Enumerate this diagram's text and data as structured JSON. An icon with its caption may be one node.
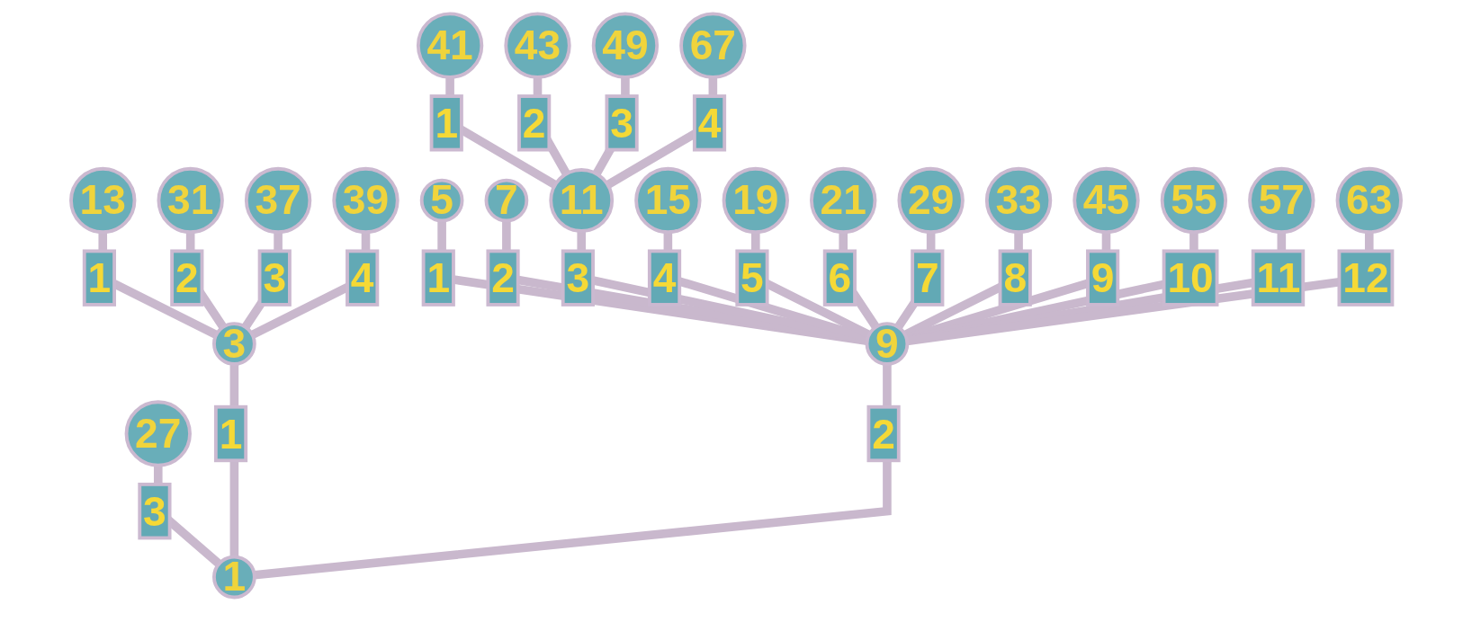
{
  "diagram": {
    "nodes": [
      {
        "text": [
          "41"
        ]
      },
      {
        "text": [
          "43"
        ]
      },
      {
        "text": [
          "49"
        ]
      },
      {
        "text": [
          "67"
        ]
      },
      {
        "text": [
          "13"
        ]
      },
      {
        "text": [
          "31"
        ]
      },
      {
        "text": [
          "37"
        ]
      },
      {
        "text": [
          "39"
        ]
      },
      {
        "text": [
          "5"
        ]
      },
      {
        "text": [
          "7"
        ]
      },
      {
        "text": [
          "11"
        ]
      },
      {
        "text": [
          "15"
        ]
      },
      {
        "text": [
          "19"
        ]
      },
      {
        "text": [
          "21"
        ]
      },
      {
        "text": [
          "29"
        ]
      },
      {
        "text": [
          "33"
        ]
      },
      {
        "text": [
          "45"
        ]
      },
      {
        "text": [
          "55"
        ]
      },
      {
        "text": [
          "57"
        ]
      },
      {
        "text": [
          "63"
        ]
      },
      {
        "text": [
          "3"
        ]
      },
      {
        "text": [
          "9"
        ]
      },
      {
        "text": [
          "27"
        ]
      },
      {
        "text": [
          "1"
        ]
      }
    ],
    "edges": [
      {
        "from": 23,
        "to": 20,
        "arrow": "none",
        "label": "1"
      },
      {
        "from": 23,
        "to": 21,
        "arrow": "none",
        "label": "2"
      },
      {
        "from": 23,
        "to": 22,
        "arrow": "none",
        "label": "3"
      },
      {
        "from": 20,
        "to": 4,
        "arrow": "none",
        "label": "1"
      },
      {
        "from": 20,
        "to": 5,
        "arrow": "none",
        "label": "2"
      },
      {
        "from": 20,
        "to": 6,
        "arrow": "none",
        "label": "3"
      },
      {
        "from": 20,
        "to": 7,
        "arrow": "none",
        "label": "4"
      },
      {
        "from": 21,
        "to": 8,
        "arrow": "none",
        "label": "1"
      },
      {
        "from": 21,
        "to": 9,
        "arrow": "none",
        "label": "2"
      },
      {
        "from": 21,
        "to": 10,
        "arrow": "none",
        "label": "3"
      },
      {
        "from": 21,
        "to": 11,
        "arrow": "none",
        "label": "4"
      },
      {
        "from": 21,
        "to": 12,
        "arrow": "none",
        "label": "5"
      },
      {
        "from": 21,
        "to": 13,
        "arrow": "none",
        "label": "6"
      },
      {
        "from": 21,
        "to": 14,
        "arrow": "none",
        "label": "7"
      },
      {
        "from": 21,
        "to": 15,
        "arrow": "none",
        "label": "8"
      },
      {
        "from": 21,
        "to": 16,
        "arrow": "none",
        "label": "9"
      },
      {
        "from": 21,
        "to": 17,
        "arrow": "none",
        "label": "10"
      },
      {
        "from": 21,
        "to": 18,
        "arrow": "none",
        "label": "11"
      },
      {
        "from": 21,
        "to": 19,
        "arrow": "none",
        "label": "12"
      },
      {
        "from": 10,
        "to": 0,
        "arrow": "none",
        "label": "1"
      },
      {
        "from": 10,
        "to": 1,
        "arrow": "none",
        "label": "2"
      },
      {
        "from": 10,
        "to": 2,
        "arrow": "none",
        "label": "3"
      },
      {
        "from": 10,
        "to": 3,
        "arrow": "none",
        "label": "4"
      }
    ]
  }
}
